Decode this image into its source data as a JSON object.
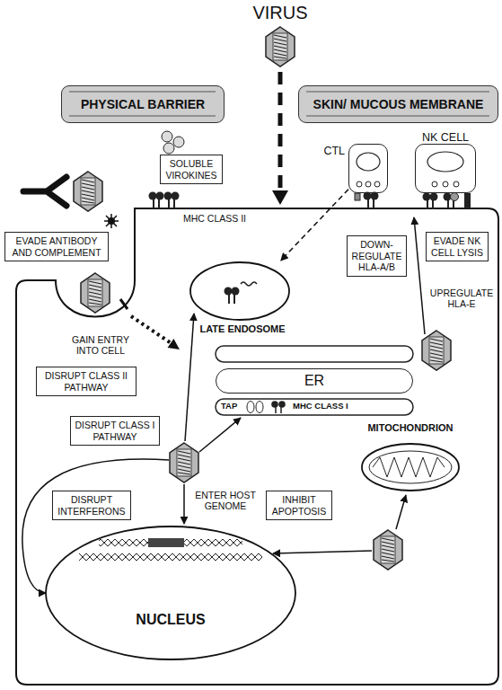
{
  "diagram": {
    "nodes": [
      {
        "text": [
          "PHYSICAL BARRIER"
        ]
      },
      {
        "text": [
          "SKIN/ MUCOUS MEMBRANE"
        ]
      },
      {
        "text": [
          "CTL"
        ]
      },
      {
        "text": [
          "NK CELL"
        ]
      },
      {
        "text": [
          "EVADE ANTIBODY AND COMPLEMENT"
        ]
      },
      {
        "text": [
          "SOLUBLE VIROKINES"
        ]
      },
      {
        "text": [
          "DOWN-REGULATE HLA-A/B"
        ]
      },
      {
        "text": [
          "EVADE NK CELL LYSIS"
        ]
      },
      {
        "text": [
          "LATE ENDOSOME"
        ]
      },
      {
        "text": [
          "DISRUPT CLASS II PATHWAY"
        ]
      },
      {
        "text": [
          "ER"
        ]
      },
      {
        "text": [
          "DISRUPT CLASS I PATHWAY"
        ]
      },
      {
        "text": [
          "MITOCHONDRION"
        ]
      },
      {
        "text": [
          "DISRUPT INTERFERONS"
        ]
      },
      {
        "text": [
          "INHIBIT APOPTOSIS"
        ]
      },
      {
        "text": [
          "NUCLEUS"
        ]
      }
    ],
    "edges": [
      {
        "from": 2,
        "to": 8,
        "arrow": "to"
      }
    ],
    "labels": [
      "VIRUS",
      "MHC CLASS II",
      "UPREGULATE HLA-E",
      "GAIN ENTRY INTO CELL",
      "TAP",
      "MHC CLASS I",
      "ENTER HOST GENOME"
    ]
  }
}
